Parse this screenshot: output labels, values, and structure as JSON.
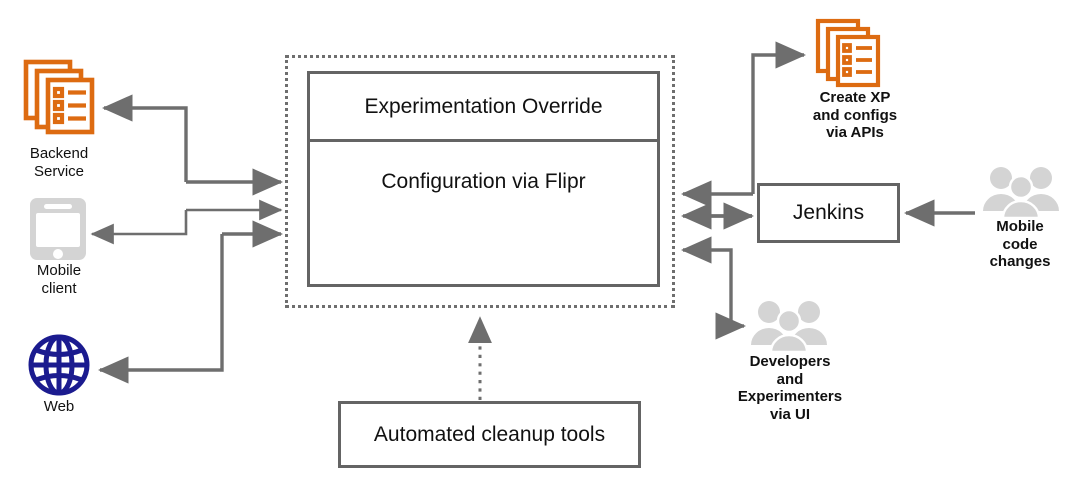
{
  "diagram": {
    "title": "Experimentation and configuration platform architecture",
    "colors": {
      "orange": "#DD6B11",
      "navy": "#1B1B8F",
      "grey_stroke": "#6E6E6E",
      "box_stroke": "#646464",
      "icon_grey": "#D4D4D4",
      "text": "#111111",
      "background": "#FFFFFF"
    },
    "platform": {
      "boundary_style": "dotted",
      "rows": [
        {
          "label": "Experimentation Override"
        },
        {
          "label": "Configuration via Flipr"
        }
      ]
    },
    "boxes": {
      "jenkins": "Jenkins",
      "cleanup": "Automated cleanup tools"
    },
    "clients": [
      {
        "key": "backend",
        "label": "Backend\nService",
        "label_line1": "Backend",
        "label_line2": "Service",
        "icon": "document-stack-icon",
        "color": "#DD6B11"
      },
      {
        "key": "mobile",
        "label": "Mobile\nclient",
        "label_line1": "Mobile",
        "label_line2": "client",
        "icon": "mobile-phone-icon",
        "color": "#D4D4D4"
      },
      {
        "key": "web",
        "label": "Web",
        "label_line1": "Web",
        "label_line2": "",
        "icon": "globe-icon",
        "color": "#1B1B8F"
      }
    ],
    "actors": [
      {
        "key": "create_xp",
        "icon": "document-stack-icon",
        "label_lines": [
          "Create XP",
          "and configs",
          "via APIs"
        ],
        "bold": true
      },
      {
        "key": "mobile_code_changes",
        "icon": "people-group-icon",
        "label_lines": [
          "Mobile",
          "code",
          "changes"
        ],
        "bold": true
      },
      {
        "key": "developers_experimenters",
        "icon": "people-group-icon",
        "label_lines": [
          "Developers",
          "and",
          "Experimenters",
          "via UI"
        ],
        "bold": true
      }
    ],
    "connections": [
      {
        "from": "platform",
        "to": "backend",
        "style": "solid",
        "direction": "left"
      },
      {
        "from": "backend",
        "to": "platform",
        "style": "solid",
        "direction": "right"
      },
      {
        "from": "mobile",
        "to": "platform",
        "style": "solid",
        "direction": "right"
      },
      {
        "from": "platform",
        "to": "mobile",
        "style": "solid",
        "direction": "left"
      },
      {
        "from": "web",
        "to": "platform",
        "style": "solid",
        "direction": "right"
      },
      {
        "from": "platform",
        "to": "web",
        "style": "solid",
        "direction": "left"
      },
      {
        "from": "jenkins",
        "to": "create_xp",
        "style": "solid",
        "direction": "up-right"
      },
      {
        "from": "jenkins",
        "to": "platform",
        "style": "solid",
        "direction": "bidirectional"
      },
      {
        "from": "developers_experimenters",
        "to": "platform",
        "style": "solid",
        "direction": "up-left"
      },
      {
        "from": "mobile_code_changes",
        "to": "jenkins",
        "style": "solid",
        "direction": "left"
      },
      {
        "from": "cleanup",
        "to": "platform",
        "style": "dotted",
        "direction": "up"
      }
    ]
  },
  "labels": {
    "backend_line1": "Backend",
    "backend_line2": "Service",
    "mobile_line1": "Mobile",
    "mobile_line2": "client",
    "web": "Web",
    "create_xp_line1": "Create XP",
    "create_xp_line2": "and configs",
    "create_xp_line3": "via APIs",
    "mobile_code_line1": "Mobile",
    "mobile_code_line2": "code",
    "mobile_code_line3": "changes",
    "devs_line1": "Developers",
    "devs_line2": "and",
    "devs_line3": "Experimenters",
    "devs_line4": "via UI",
    "experimentation_override": "Experimentation Override",
    "configuration_via_flipr": "Configuration via Flipr",
    "jenkins": "Jenkins",
    "automated_cleanup_tools": "Automated cleanup tools"
  }
}
